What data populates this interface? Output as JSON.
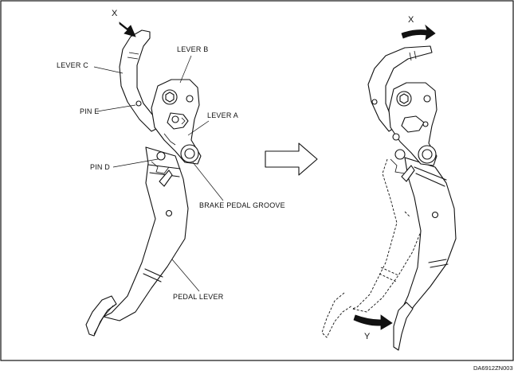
{
  "labels": {
    "x_left": "X",
    "x_right": "X",
    "y_right": "Y",
    "lever_b": "LEVER B",
    "lever_c": "LEVER C",
    "pin_e": "PIN E",
    "lever_a": "LEVER A",
    "pin_d": "PIN D",
    "brake_pedal_groove": "BRAKE PEDAL GROOVE",
    "pedal_lever": "PEDAL LEVER",
    "figure_code": "DA6912ZN003"
  }
}
